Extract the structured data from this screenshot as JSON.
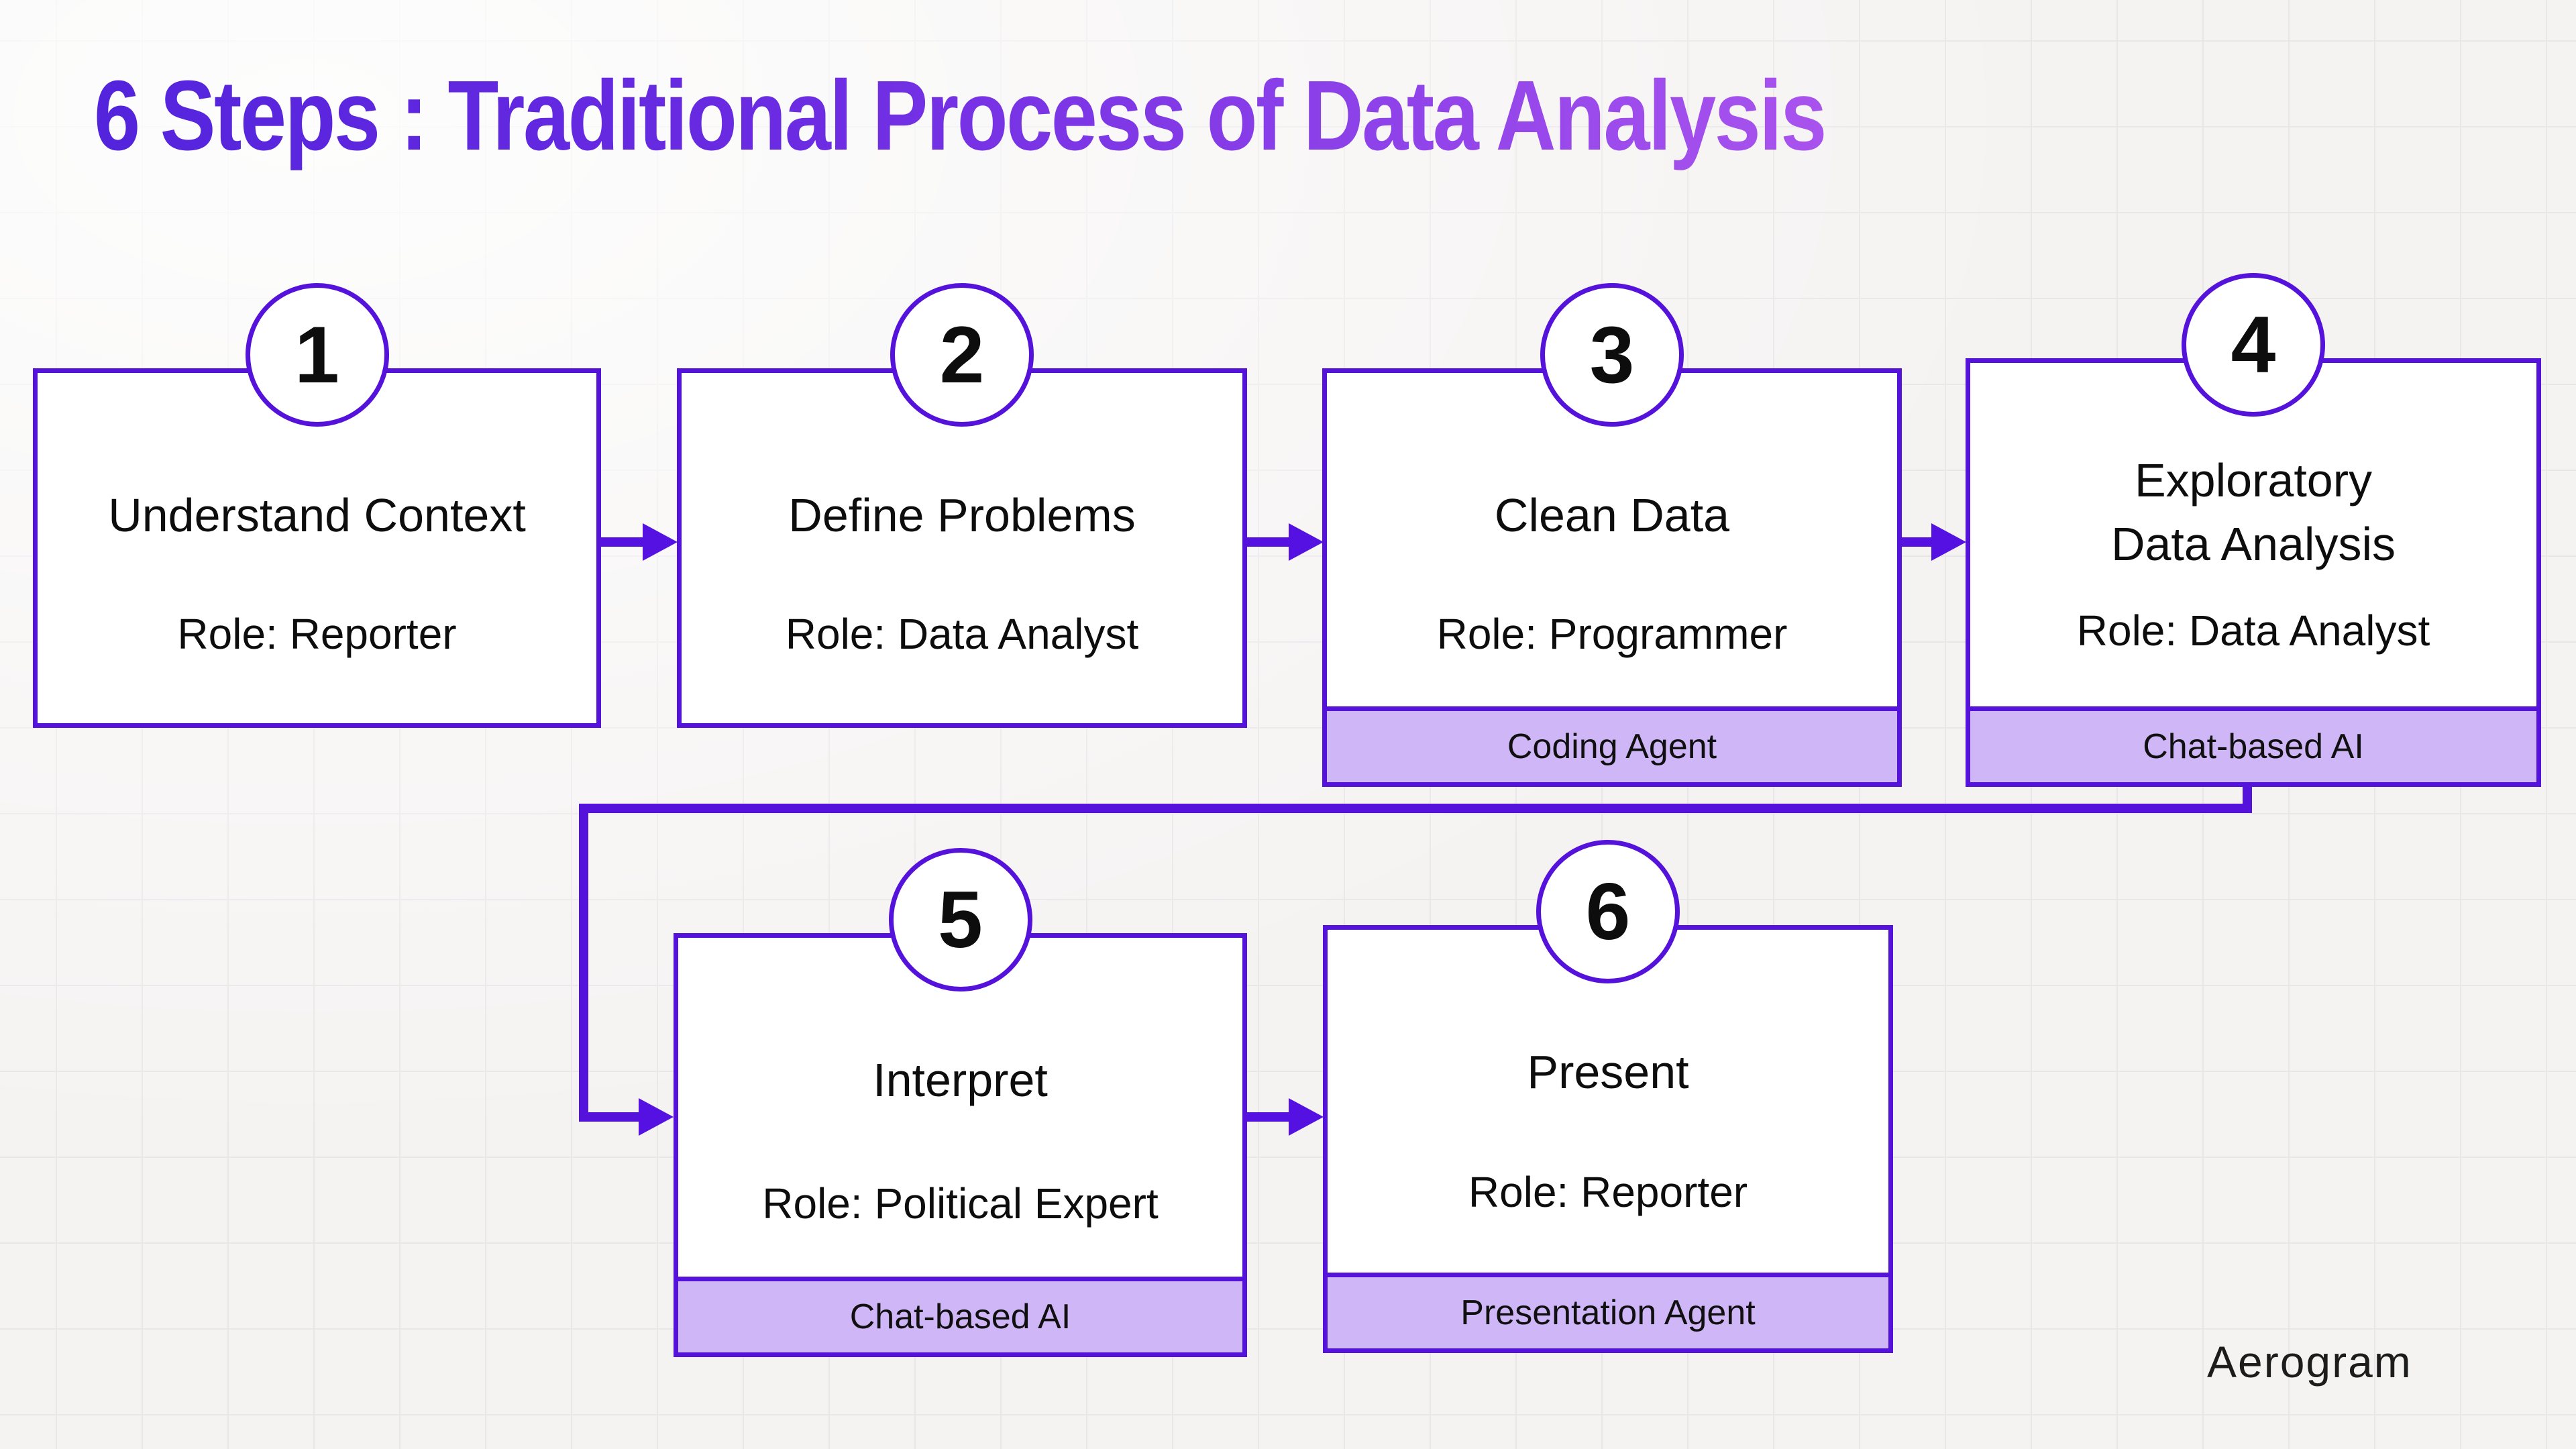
{
  "title": "6 Steps : Traditional Process of Data Analysis",
  "steps": [
    {
      "number": "1",
      "title": "Understand Context",
      "role": "Role: Reporter",
      "footer": ""
    },
    {
      "number": "2",
      "title": "Define Problems",
      "role": "Role: Data Analyst",
      "footer": ""
    },
    {
      "number": "3",
      "title": "Clean Data",
      "role": "Role: Programmer",
      "footer": "Coding Agent"
    },
    {
      "number": "4",
      "title": "Exploratory Data Analysis",
      "title_lines": [
        "Exploratory",
        "Data Analysis"
      ],
      "role": "Role: Data Analyst",
      "footer": "Chat-based AI"
    },
    {
      "number": "5",
      "title": "Interpret",
      "role": "Role: Political Expert",
      "footer": "Chat-based AI"
    },
    {
      "number": "6",
      "title": "Present",
      "role": "Role: Reporter",
      "footer": "Presentation Agent"
    }
  ],
  "branding": {
    "logo_text": "Aerogram"
  },
  "colors": {
    "accent_stroke": "#5412DB",
    "arrow": "#5511E2",
    "footer_fill": "#CFB6F7",
    "title_gradient_start": "#5324DC",
    "title_gradient_end": "#A953EE",
    "box_fill": "#FFFFFF",
    "background": "#F5F3F2",
    "text": "#0D0D0D"
  }
}
